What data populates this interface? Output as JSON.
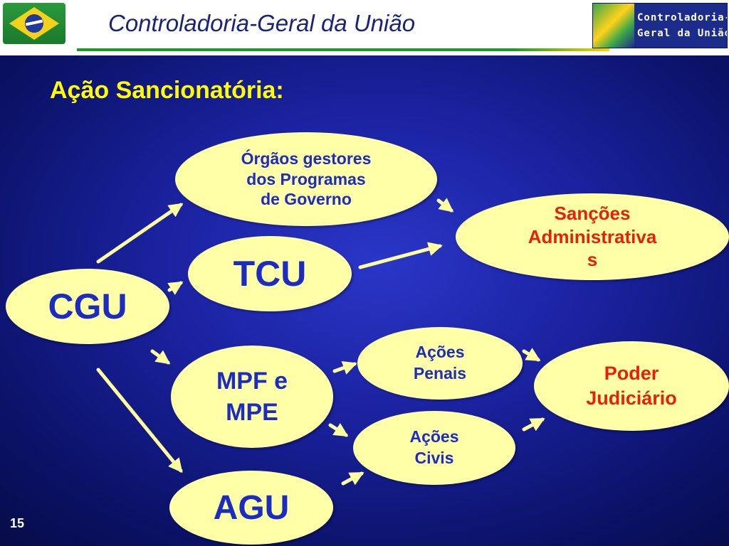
{
  "header": {
    "title": "Controladoria-Geral da União",
    "logo_line1": "Controladoria-",
    "logo_line2": "Geral da União"
  },
  "slide": {
    "title": "Ação Sancionatória:",
    "page_number": "15"
  },
  "diagram": {
    "nodes": {
      "orgaos": "Órgãos gestores\ndos Programas\nde Governo",
      "tcu": "TCU",
      "cgu": "CGU",
      "sancoes": "Sanções\nAdministrativa\ns",
      "mpf": "MPF e\nMPE",
      "acoes_penais": "Ações\nPenais",
      "acoes_civis": "Ações\nCivis",
      "poder_judiciario": "Poder\nJudiciário",
      "agu": "AGU"
    },
    "edges": [
      [
        "cgu",
        "orgaos"
      ],
      [
        "cgu",
        "tcu"
      ],
      [
        "cgu",
        "mpf"
      ],
      [
        "cgu",
        "agu"
      ],
      [
        "orgaos",
        "sancoes"
      ],
      [
        "tcu",
        "sancoes"
      ],
      [
        "mpf",
        "acoes_penais"
      ],
      [
        "mpf",
        "acoes_civis"
      ],
      [
        "agu",
        "acoes_civis"
      ],
      [
        "acoes_penais",
        "poder_judiciario"
      ],
      [
        "acoes_civis",
        "poder_judiciario"
      ]
    ],
    "colors": {
      "node_fill": "#ffffa8",
      "node_text": "#1c2cc0",
      "node_text_result": "#e8200a",
      "arrow": "#ffffa0",
      "title": "#ffff00"
    }
  }
}
